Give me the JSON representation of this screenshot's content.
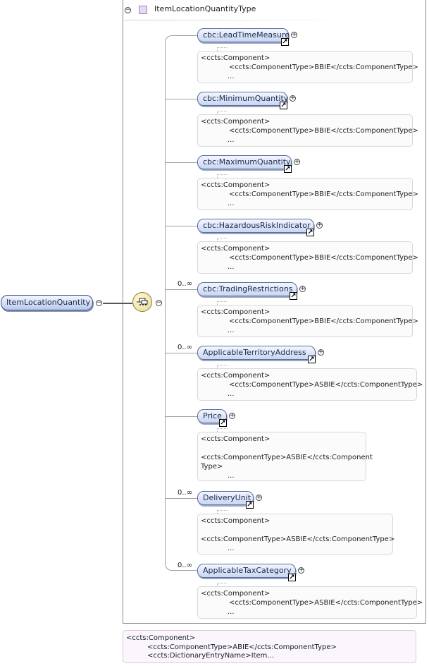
{
  "complex_type": {
    "name": "ItemLocationQuantityType"
  },
  "root": {
    "label": "ItemLocationQuantity"
  },
  "children": [
    {
      "label": "cbc:LeadTimeMeasure",
      "occurrence": "",
      "note": [
        "<ccts:Component>",
        "<ccts:ComponentType>BBIE</ccts:ComponentType>",
        "..."
      ]
    },
    {
      "label": "cbc:MinimumQuantity",
      "occurrence": "",
      "note": [
        "<ccts:Component>",
        "<ccts:ComponentType>BBIE</ccts:ComponentType>",
        "..."
      ]
    },
    {
      "label": "cbc:MaximumQuantity",
      "occurrence": "",
      "note": [
        "<ccts:Component>",
        "<ccts:ComponentType>BBIE</ccts:ComponentType>",
        "..."
      ]
    },
    {
      "label": "cbc:HazardousRiskIndicator",
      "occurrence": "",
      "note": [
        "<ccts:Component>",
        "<ccts:ComponentType>BBIE</ccts:ComponentType>",
        "..."
      ]
    },
    {
      "label": "cbc:TradingRestrictions",
      "occurrence": "0..∞",
      "note": [
        "<ccts:Component>",
        "<ccts:ComponentType>BBIE</ccts:ComponentType>",
        "..."
      ]
    },
    {
      "label": "ApplicableTerritoryAddress",
      "occurrence": "0..∞",
      "note": [
        "<ccts:Component>",
        "<ccts:ComponentType>ASBIE</ccts:ComponentType>",
        "..."
      ]
    },
    {
      "label": "Price",
      "occurrence": "",
      "note": [
        "<ccts:Component>",
        "<ccts:ComponentType>ASBIE</ccts:Component",
        "Type>",
        "..."
      ]
    },
    {
      "label": "DeliveryUnit",
      "occurrence": "0..∞",
      "note": [
        "<ccts:Component>",
        "<ccts:ComponentType>ASBIE</ccts:ComponentType>",
        "..."
      ]
    },
    {
      "label": "ApplicableTaxCategory",
      "occurrence": "0..∞",
      "note": [
        "<ccts:Component>",
        "<ccts:ComponentType>ASBIE</ccts:ComponentType>",
        "..."
      ]
    }
  ],
  "bottom_note": [
    "<ccts:Component>",
    "<ccts:ComponentType>ABIE</ccts:ComponentType>",
    "<ccts:DictionaryEntryName>Item..."
  ]
}
